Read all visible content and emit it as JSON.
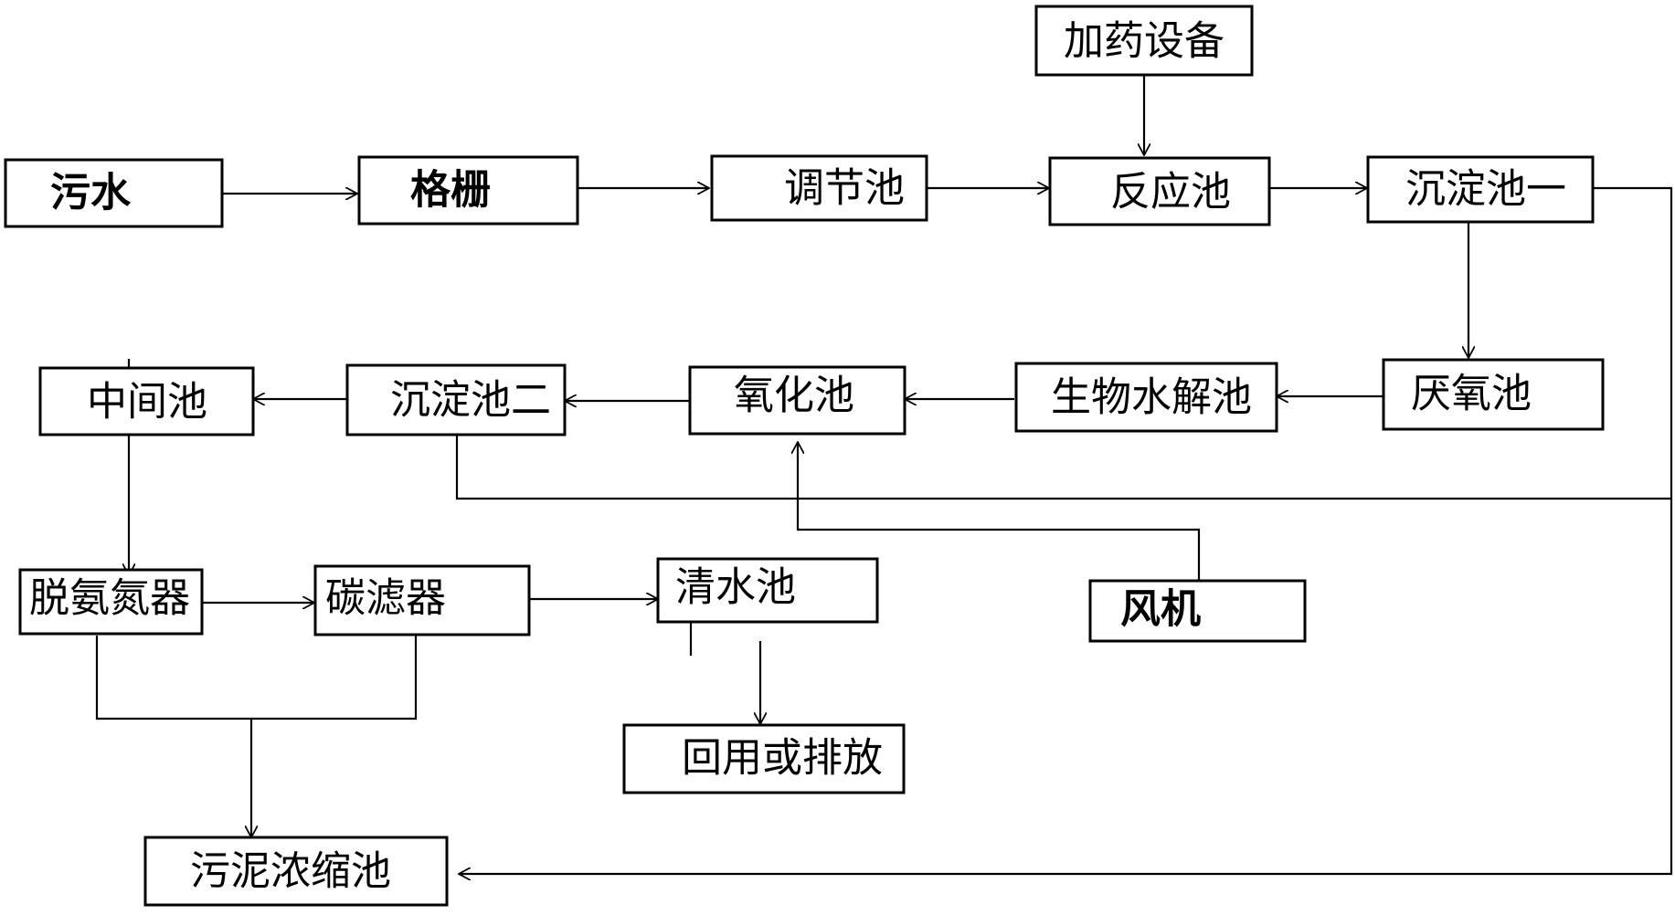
{
  "nodes": {
    "n01": "加药设备",
    "n02": "污水",
    "n03": "格栅",
    "n04": "调节池",
    "n05": "反应池",
    "n06": "沉淀池一",
    "n07": "中间池",
    "n08": "沉淀池二",
    "n09": "氧化池",
    "n10": "生物水解池",
    "n11": "厌氧池",
    "n12": "脱氨氮器",
    "n13": "碳滤器",
    "n14": "清水池",
    "n15": "风机",
    "n16": "回用或排放",
    "n17": "污泥浓缩池"
  },
  "colors": {
    "ink": "#000000",
    "paper": "#ffffff"
  }
}
